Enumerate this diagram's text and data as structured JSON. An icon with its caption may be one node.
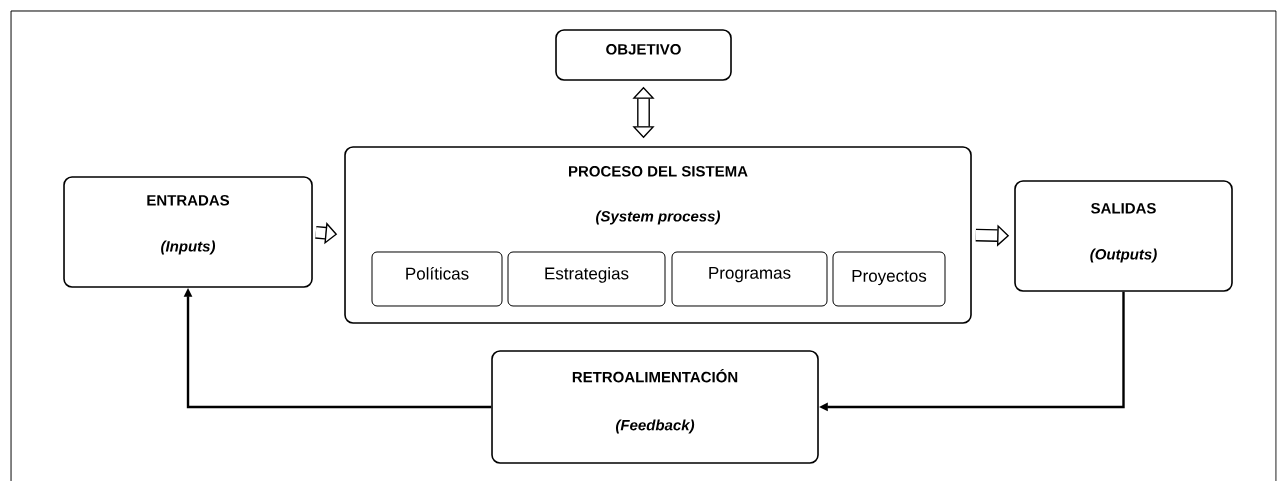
{
  "diagram": {
    "nodes": [
      {
        "text": [
          "OBJETIVO"
        ]
      },
      {
        "text": [
          "ENTRADAS",
          "(Inputs)"
        ]
      },
      {
        "text": [
          "PROCESO DEL SISTEMA",
          "(System process)"
        ]
      },
      {
        "text": [
          "Políticas"
        ],
        "in": 2
      },
      {
        "text": [
          "Estrategias"
        ],
        "in": 2
      },
      {
        "text": [
          "Programas"
        ],
        "in": 2
      },
      {
        "text": [
          "Proyectos"
        ],
        "in": 2
      },
      {
        "text": [
          "SALIDAS",
          "(Outputs)"
        ]
      },
      {
        "text": [
          "RETROALIMENTACIÓN",
          "(Feedback)"
        ]
      }
    ],
    "edges": [
      {
        "from": 0,
        "to": 2,
        "arrow": "both"
      },
      {
        "from": 1,
        "to": 2,
        "arrow": "to"
      },
      {
        "from": 2,
        "to": 7,
        "arrow": "to"
      },
      {
        "from": 7,
        "to": 8,
        "arrow": "to"
      },
      {
        "from": 8,
        "to": 1,
        "arrow": "to"
      }
    ]
  }
}
